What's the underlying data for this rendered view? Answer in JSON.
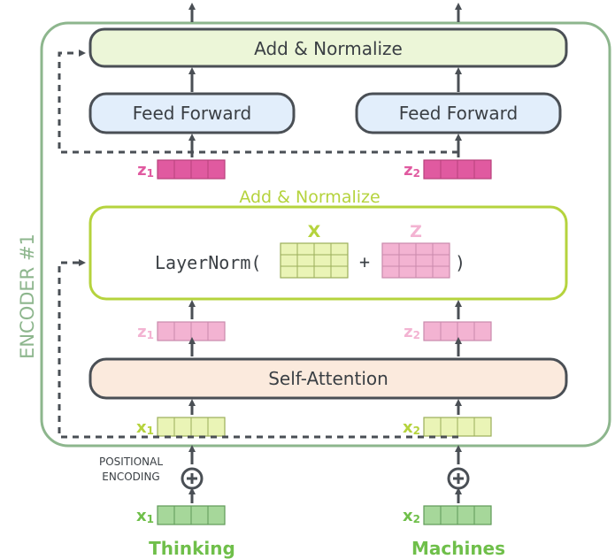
{
  "encoder_label": "ENCODER #1",
  "top_add_norm": "Add & Normalize",
  "feed_forward_left": "Feed Forward",
  "feed_forward_right": "Feed Forward",
  "mid_add_norm_title": "Add & Normalize",
  "layernorm_prefix": "LayerNorm(",
  "plus": "+",
  "close_paren": ")",
  "x_label": "X",
  "z_label": "Z",
  "self_attention": "Self-Attention",
  "positional": [
    "POSITIONAL",
    "ENCODING"
  ],
  "vectors": {
    "z1_out": {
      "main": "z",
      "sub": "1"
    },
    "z2_out": {
      "main": "z",
      "sub": "2"
    },
    "z1_in": {
      "main": "z",
      "sub": "1"
    },
    "z2_in": {
      "main": "z",
      "sub": "2"
    },
    "x1_enc": {
      "main": "x",
      "sub": "1"
    },
    "x2_enc": {
      "main": "x",
      "sub": "2"
    },
    "x1_emb": {
      "main": "x",
      "sub": "1"
    },
    "x2_emb": {
      "main": "x",
      "sub": "2"
    }
  },
  "words": [
    "Thinking",
    "Machines"
  ],
  "colors": {
    "encoder_border": "#8db68d",
    "box_border": "#4a4f55",
    "add_norm_fill": "#ecf6d8",
    "feed_forward_fill": "#e2eefb",
    "self_attention_fill": "#fbeadd",
    "layernorm_border": "#b5d33d",
    "z_strong": "#e05aa0",
    "z_light": "#f3b3d2",
    "x_light": "#eaf4b6",
    "x_green": "#a6d79a",
    "word_green": "#6fbf4a"
  }
}
